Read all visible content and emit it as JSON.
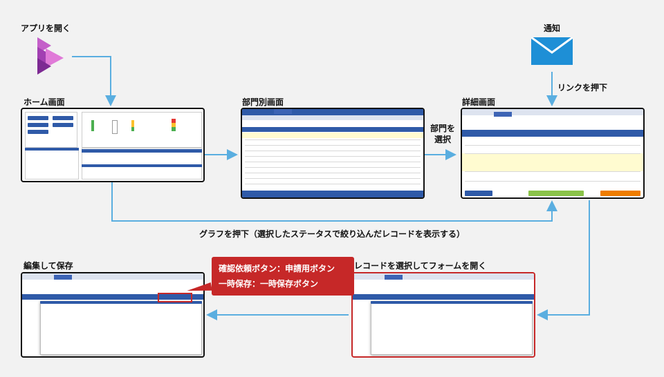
{
  "steps": {
    "open_app": "アプリを開く",
    "notification": "通知",
    "press_link": "リンクを押下",
    "home": "ホーム画面",
    "dept": "部門別画面",
    "select_dept": "部門を\n選択",
    "detail": "詳細画面",
    "graph_press": "グラフを押下（選択したステータスで絞り込んだレコードを表示する）",
    "edit_save": "編集して保存",
    "select_record": "レコードを選択してフォームを開く"
  },
  "callout": {
    "line1": "確認依頼ボタン：申請用ボタン",
    "line2": "一時保存：一時保存ボタン"
  },
  "colors": {
    "accent_blue": "#2f5aa8",
    "arrow_blue": "#5aaee0",
    "callout_red": "#c62828",
    "mail_blue": "#1e8fd6",
    "highlight_yellow": "#fffbd0"
  },
  "icons": {
    "app": "power-apps-logo",
    "mail": "mail-envelope-icon"
  }
}
